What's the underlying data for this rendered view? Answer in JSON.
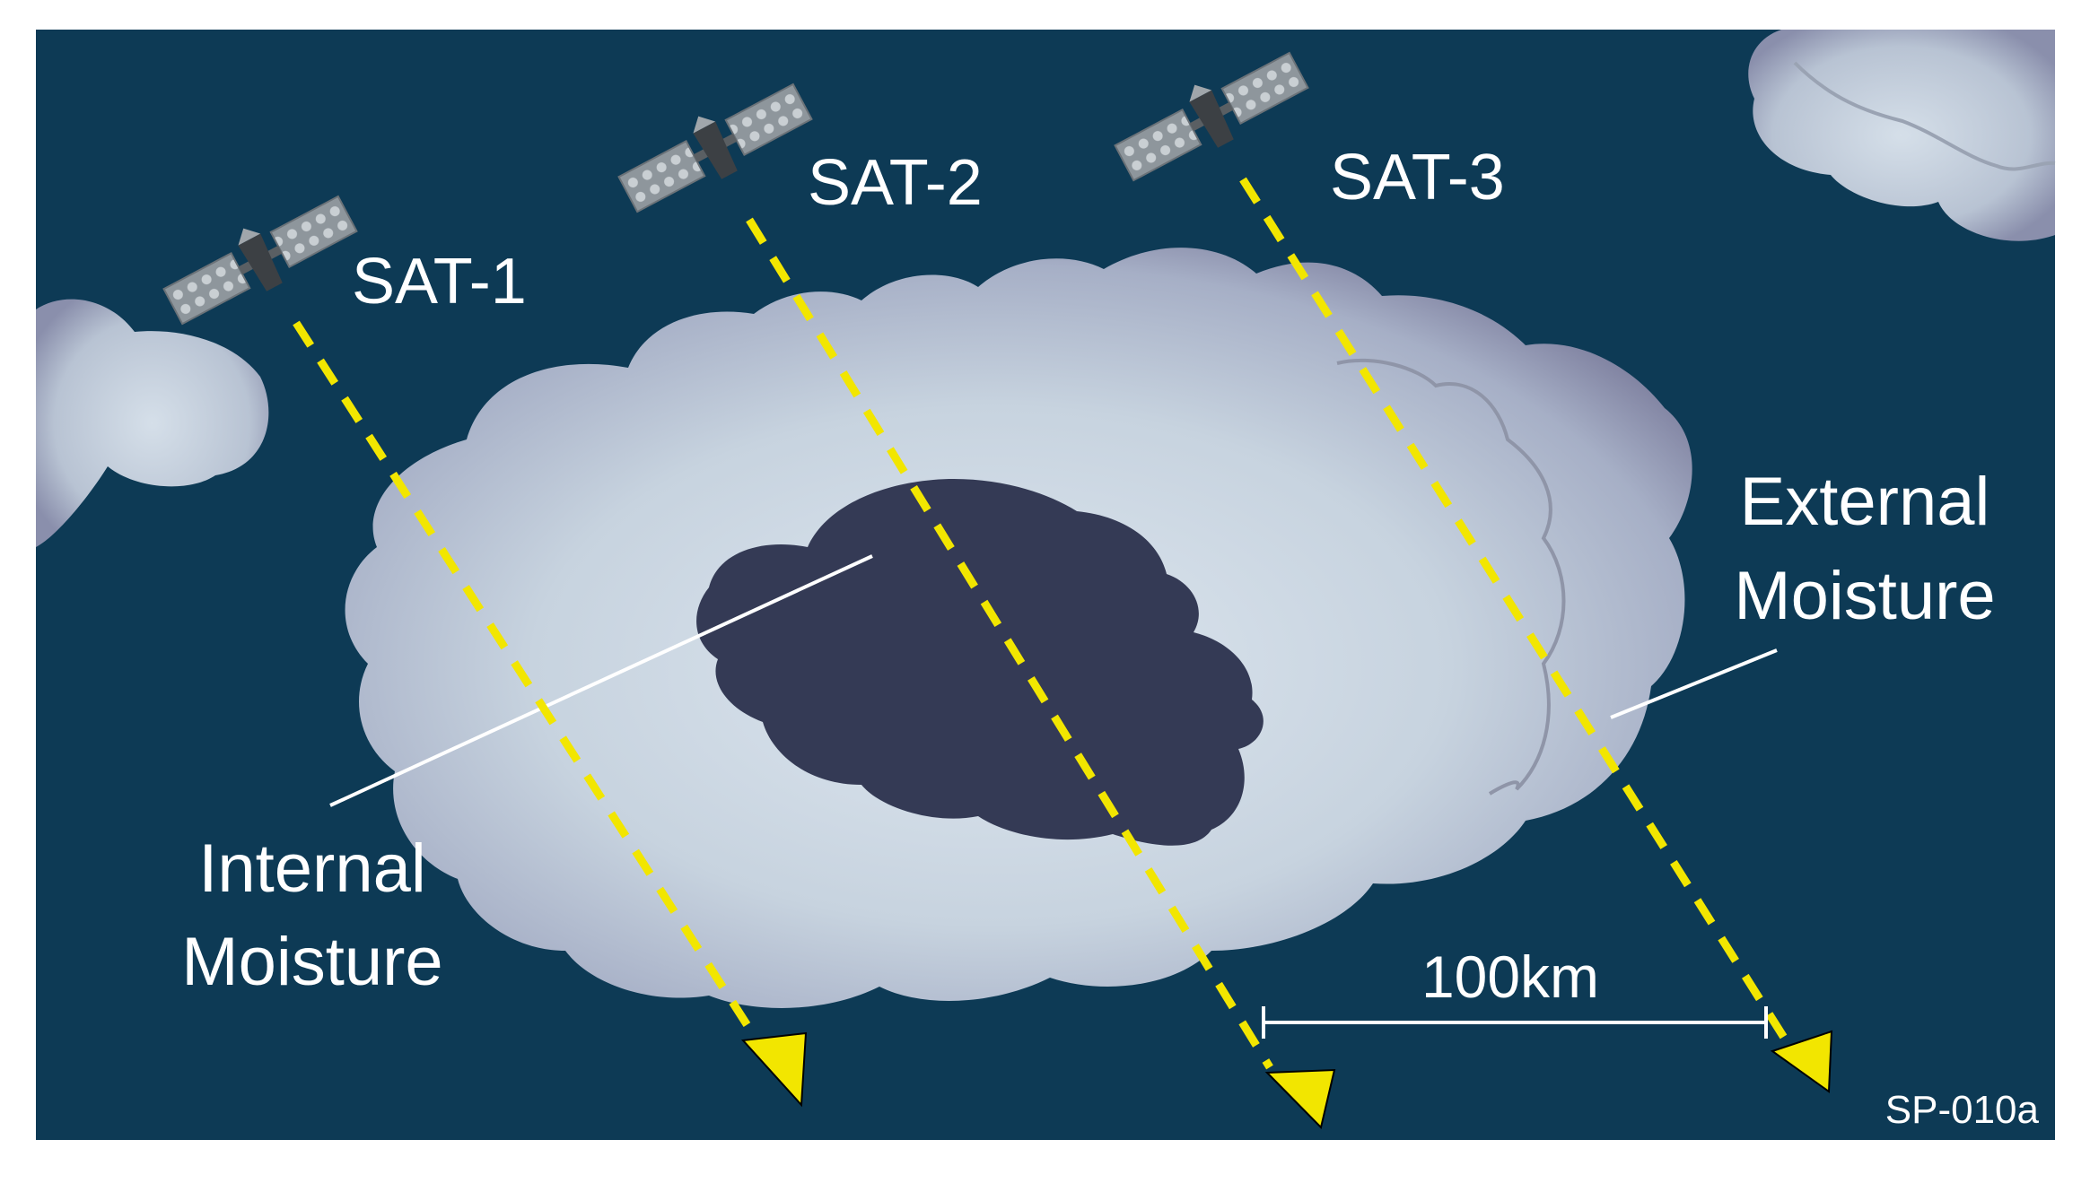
{
  "satellites": [
    {
      "label": "SAT-1"
    },
    {
      "label": "SAT-2"
    },
    {
      "label": "SAT-3"
    }
  ],
  "internal_moisture": {
    "line1": "Internal",
    "line2": "Moisture"
  },
  "external_moisture": {
    "line1": "External",
    "line2": "Moisture"
  },
  "scale": {
    "label": "100km"
  },
  "figure_code": "SP-010a",
  "colors": {
    "sky": "#0d3a55",
    "cloud": "#c9d6e2",
    "internal_moisture": "#343a55",
    "beam": "#f2e600",
    "text": "#ffffff"
  }
}
